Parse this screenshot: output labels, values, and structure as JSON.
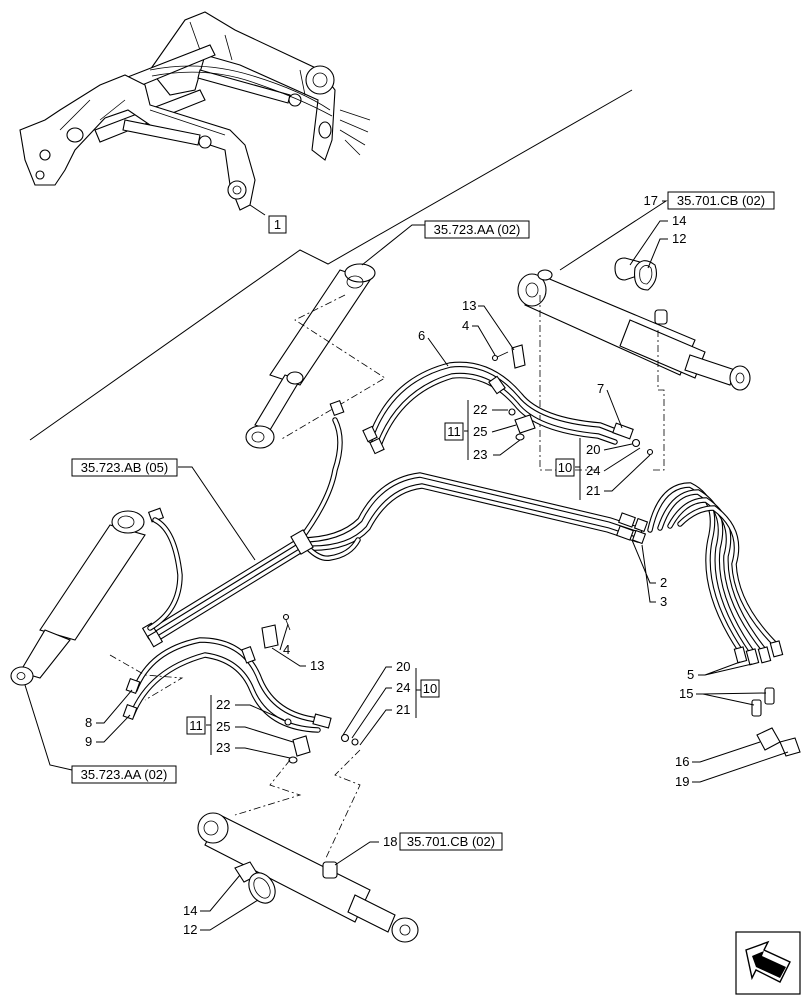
{
  "callouts": {
    "c1": "1",
    "c17": "17",
    "c14a": "14",
    "c12a": "12",
    "c13a": "13",
    "c4a": "4",
    "c6": "6",
    "c7": "7",
    "c22a": "22",
    "c25a": "25",
    "c23a": "23",
    "c11a": "11",
    "c20a": "20",
    "c24a": "24",
    "c21a": "21",
    "c10a": "10",
    "c2": "2",
    "c3": "3",
    "c5": "5",
    "c15": "15",
    "c16": "16",
    "c19": "19",
    "c4b": "4",
    "c13b": "13",
    "c20b": "20",
    "c24b": "24",
    "c10b": "10",
    "c21b": "21",
    "c22b": "22",
    "c25b": "25",
    "c11b": "11",
    "c23b": "23",
    "c8": "8",
    "c9": "9",
    "c18": "18",
    "c14b": "14",
    "c12b": "12"
  },
  "refs": {
    "r_701_top": "35.701.CB (02)",
    "r_723aa_top": "35.723.AA (02)",
    "r_723ab": "35.723.AB (05)",
    "r_723aa_bottom": "35.723.AA (02)",
    "r_701_bottom": "35.701.CB (02)"
  },
  "nav": {
    "icon": "navigation-arrow-icon"
  }
}
